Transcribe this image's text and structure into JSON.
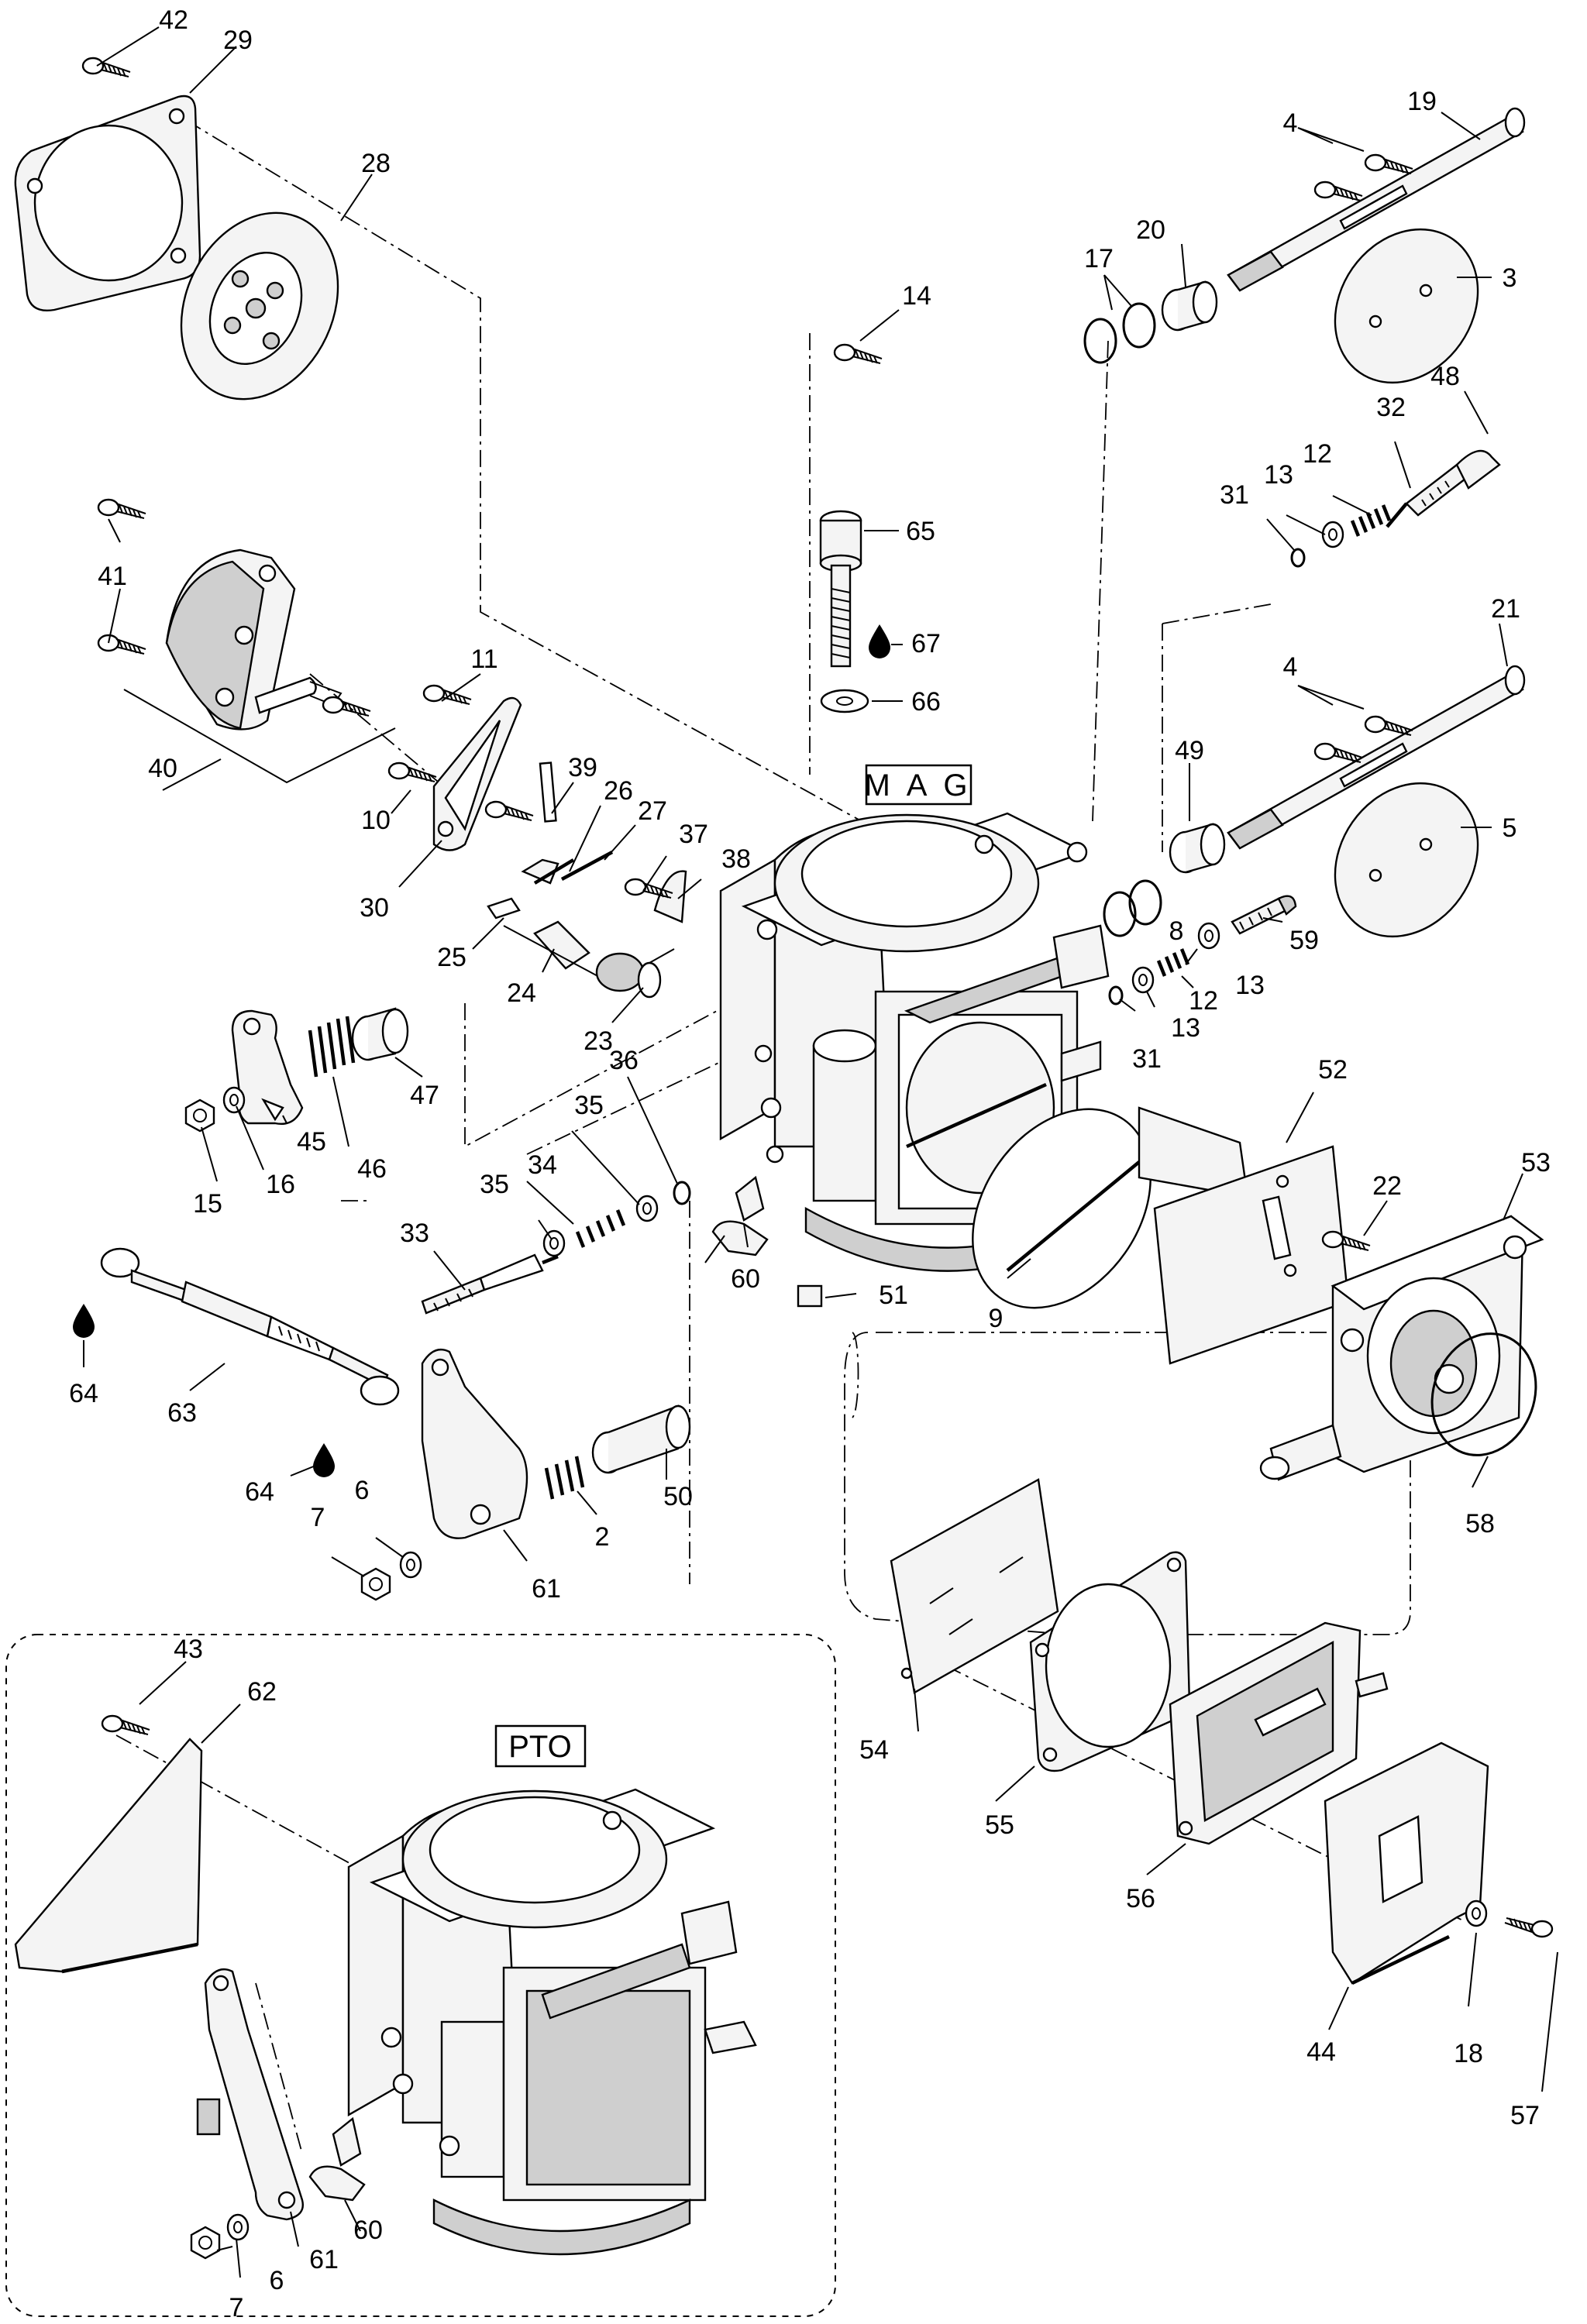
{
  "labels": {
    "mag": "M A G",
    "pto": "PTO"
  },
  "callouts": [
    "2",
    "3",
    "4",
    "5",
    "6",
    "7",
    "8",
    "9",
    "10",
    "11",
    "12",
    "13",
    "14",
    "15",
    "16",
    "17",
    "18",
    "19",
    "20",
    "21",
    "22",
    "23",
    "24",
    "25",
    "26",
    "27",
    "28",
    "29",
    "30",
    "31",
    "32",
    "33",
    "34",
    "35",
    "36",
    "37",
    "38",
    "39",
    "40",
    "41",
    "42",
    "43",
    "44",
    "45",
    "46",
    "47",
    "48",
    "49",
    "50",
    "51",
    "52",
    "53",
    "54",
    "55",
    "56",
    "57",
    "58",
    "59",
    "60",
    "61",
    "62",
    "63",
    "64",
    "65",
    "66",
    "67"
  ],
  "icons": [
    "screw-icon",
    "oil-drop-icon",
    "o-ring-icon"
  ]
}
